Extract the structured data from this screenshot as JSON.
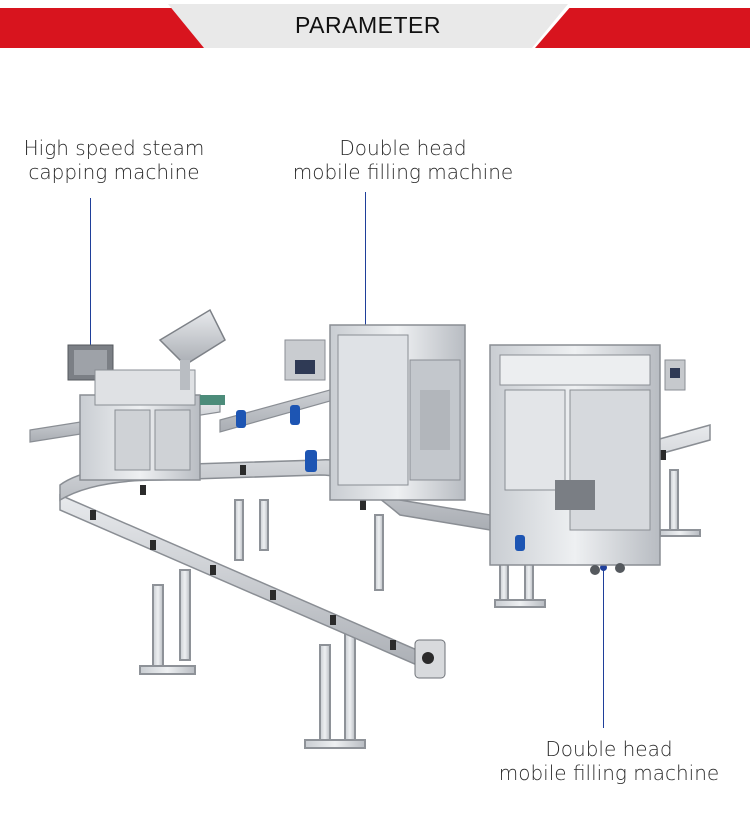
{
  "header": {
    "title": "PARAMETER",
    "accent_color": "#d8141e",
    "plate_color": "#e9e9e9"
  },
  "labels": {
    "capping": {
      "line1": "High speed steam",
      "line2": "capping machine"
    },
    "filling_top": {
      "line1": "Double head",
      "line2": "mobile filling machine"
    },
    "filling_bottom": {
      "line1": "Double head",
      "line2": "mobile filling machine"
    }
  },
  "leader_color": "#1f3f9a",
  "illustration": {
    "subject": "production-line-photo"
  }
}
